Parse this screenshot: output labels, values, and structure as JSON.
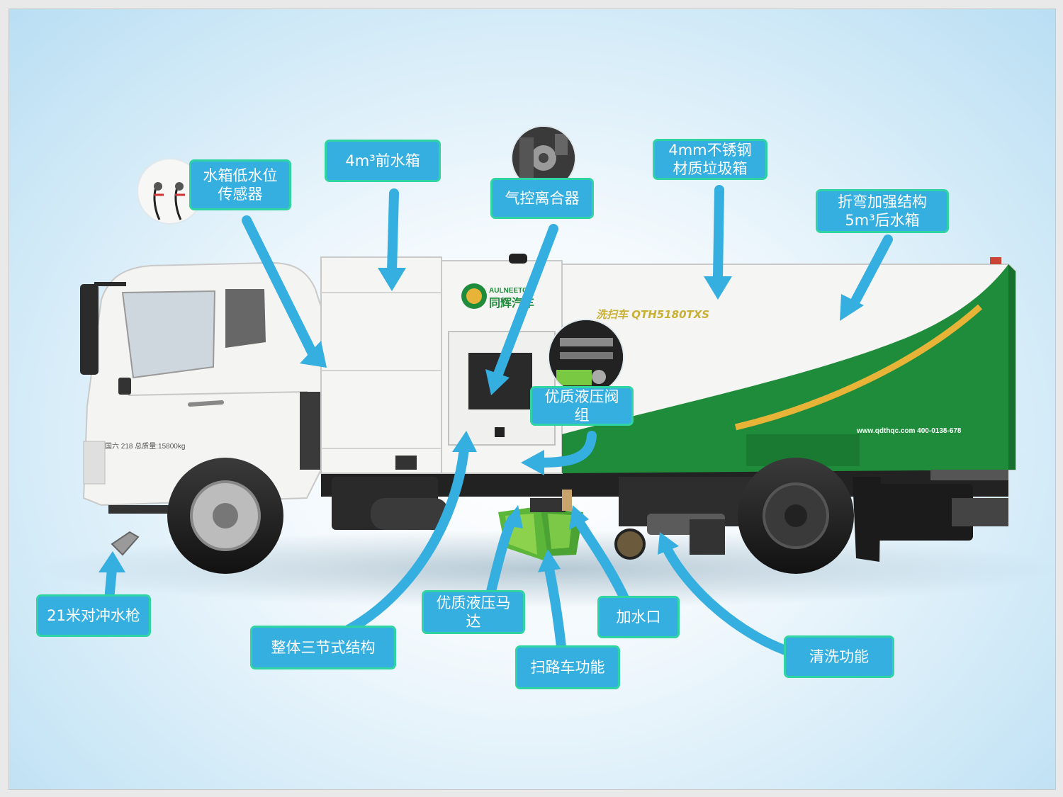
{
  "labels": {
    "water_level_sensor": "水箱低水位\n传感器",
    "front_tank": "4m³前水箱",
    "clutch": "气控离合器",
    "garbage_box": "4mm不锈钢\n材质垃圾箱",
    "rear_tank": "折弯加强结构\n5m³后水箱",
    "valve_group": "优质液压阀组",
    "water_gun": "21米对冲水枪",
    "three_section": "整体三节式结构",
    "hydraulic_motor": "优质液压马达",
    "sweeper_function": "扫路车功能",
    "water_inlet": "加水口",
    "washing_function": "清洗功能"
  },
  "truck": {
    "model_text": "洗扫车 QTH5180TXS",
    "website": "www.qdthqc.com  400-0138-678",
    "brand_text": "同辉汽车",
    "brand_logo_text": "AULNEETO",
    "cab_text": "国六 218  总质量:15800kg"
  },
  "colors": {
    "label_bg": "#35aee0",
    "label_border": "#2fd4a2",
    "arrow": "#35aee0",
    "truck_green": "#1f8c3b",
    "stripe_yellow": "#e8b437",
    "body_white": "#f4f4f2"
  }
}
